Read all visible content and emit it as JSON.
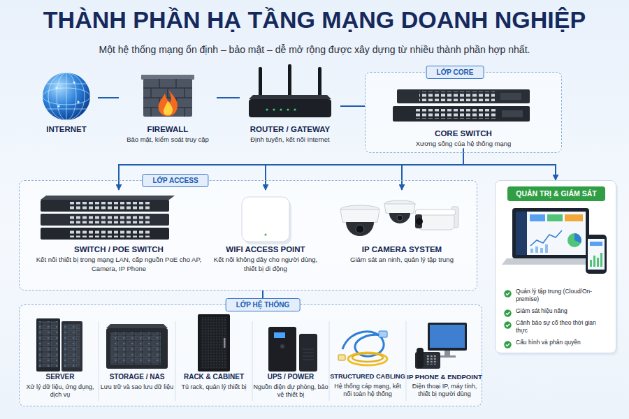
{
  "diagram": {
    "title": "THÀNH PHẦN HẠ TẦNG MẠNG DOANH NGHIỆP",
    "caption": "Một hệ thống mạng ổn định – bảo mật – dễ mở rộng được xây dựng từ nhiều thành phần hợp nhất.",
    "nodes": [
      {
        "text": [
          "INTERNET"
        ]
      },
      {
        "text": [
          "FIREWALL",
          "Bảo mật, kiểm soát truy cập"
        ]
      },
      {
        "text": [
          "ROUTER / GATEWAY",
          "Định tuyến, kết nối Internet"
        ]
      },
      {
        "text": [
          "LỚP CORE"
        ]
      },
      {
        "text": [
          "CORE SWITCH",
          "Xương sống của hệ thống mạng"
        ],
        "in": 3
      },
      {
        "text": [
          "LỚP ACCESS"
        ]
      },
      {
        "text": [
          "SWITCH / POE SWITCH",
          "Kết nối thiết bị trong mạng LAN, cấp nguồn PoE cho AP, Camera, IP Phone"
        ],
        "in": 5
      },
      {
        "text": [
          "WIFI ACCESS POINT",
          "Kết nối không dây cho người dùng, thiết bị di động"
        ],
        "in": 5
      },
      {
        "text": [
          "IP CAMERA SYSTEM",
          "Giám sát an ninh, quản lý tập trung"
        ],
        "in": 5
      },
      {
        "text": [
          "QUẢN TRỊ & GIÁM SÁT",
          "Quản lý tập trung (Cloud/On-premise)",
          "Giám sát hiệu năng",
          "Cảnh báo sự cố theo thời gian thực",
          "Cấu hình và phân quyền"
        ]
      },
      {
        "text": [
          "LỚP HỆ THỐNG"
        ]
      },
      {
        "text": [
          "SERVER",
          "Xử lý dữ liệu, ứng dụng, dịch vụ"
        ],
        "in": 10
      },
      {
        "text": [
          "STORAGE / NAS",
          "Lưu trữ và sao lưu dữ liệu"
        ],
        "in": 10
      },
      {
        "text": [
          "RACK & CABINET",
          "Tủ rack, quản lý thiết bị"
        ],
        "in": 10
      },
      {
        "text": [
          "UPS / POWER",
          "Nguồn điện dự phòng, bảo vệ thiết bị"
        ],
        "in": 10
      },
      {
        "text": [
          "STRUCTURED CABLING",
          "Hệ thống cáp mạng, kết nối toàn hệ thống"
        ],
        "in": 10
      },
      {
        "text": [
          "IP PHONE & ENDPOINT",
          "Điện thoại IP, máy tính, thiết bị người dùng"
        ],
        "in": 10
      }
    ],
    "edges": [
      {
        "from": 0,
        "to": 1,
        "arrow": "none"
      },
      {
        "from": 1,
        "to": 2,
        "arrow": "none"
      },
      {
        "from": 2,
        "to": 3,
        "arrow": "none"
      },
      {
        "from": 4,
        "to": 6,
        "arrow": "to"
      },
      {
        "from": 4,
        "to": 7,
        "arrow": "to"
      },
      {
        "from": 4,
        "to": 8,
        "arrow": "to"
      },
      {
        "from": 4,
        "to": 9,
        "arrow": "to"
      },
      {
        "from": 5,
        "to": 10,
        "arrow": "none"
      }
    ]
  }
}
